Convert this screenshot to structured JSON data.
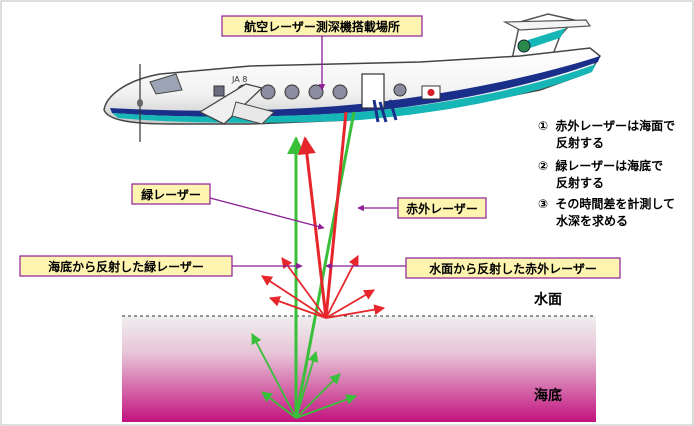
{
  "callouts": {
    "equipment_location": "航空レーザー測深機搭載場所",
    "green_laser": "緑レーザー",
    "infrared_laser": "赤外レーザー",
    "green_reflected_from_seabed": "海底から反射した緑レーザー",
    "infrared_reflected_from_surface": "水面から反射した赤外レーザー"
  },
  "steps": [
    {
      "marker": "①",
      "lines": [
        "赤外レーザーは海面で",
        "反射する"
      ]
    },
    {
      "marker": "②",
      "lines": [
        "緑レーザーは海底で",
        "反射する"
      ]
    },
    {
      "marker": "③",
      "lines": [
        "その時間差を計測して",
        "水深を求める"
      ]
    }
  ],
  "zones": {
    "water_surface": "水面",
    "seabed": "海底"
  },
  "aircraft": {
    "registration": "JA 8"
  },
  "colors": {
    "callout_fill": "#fff5b0",
    "callout_border": "#8c1e96",
    "pointer_line": "#8c1e96",
    "green_laser": "#39c03a",
    "red_laser": "#e6262b",
    "aircraft_stripe": "#16b6b6",
    "aircraft_dark_stripe": "#1a2f8a",
    "seabed_gradient_top": "#ececec",
    "seabed_gradient_bottom": "#c2127e"
  }
}
